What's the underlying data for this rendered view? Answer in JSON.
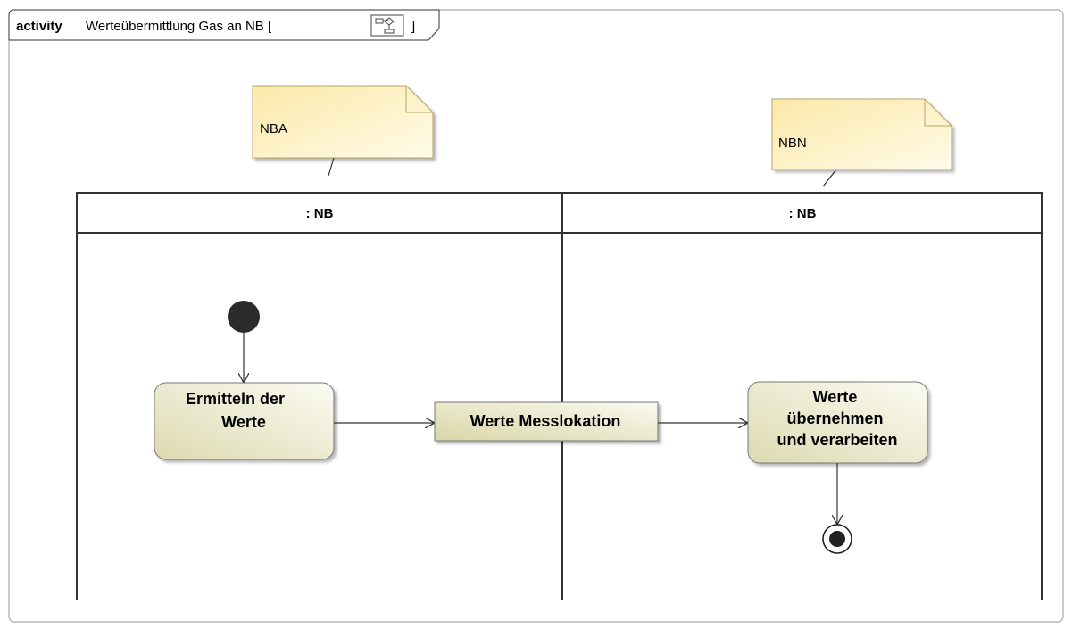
{
  "frame": {
    "kind": "activity",
    "name": "Werteübermittlung Gas an NB [",
    "close_bracket": "]",
    "icon": "activity-diagram-icon"
  },
  "notes": {
    "left": "NBA",
    "right": "NBN"
  },
  "lanes": {
    "left": ": NB",
    "right": ": NB"
  },
  "actions": {
    "determine": [
      "Ermitteln der",
      "Werte"
    ],
    "take_over": [
      "Werte",
      "übernehmen",
      "und verarbeiten"
    ]
  },
  "object_node": "Werte Messlokation",
  "colors": {
    "note_fill": "#fdf1c4",
    "action_fill": "#ecebd2",
    "object_fill": "#ebe9cf",
    "line": "#333333",
    "initial_node": "#2b2b2b"
  }
}
